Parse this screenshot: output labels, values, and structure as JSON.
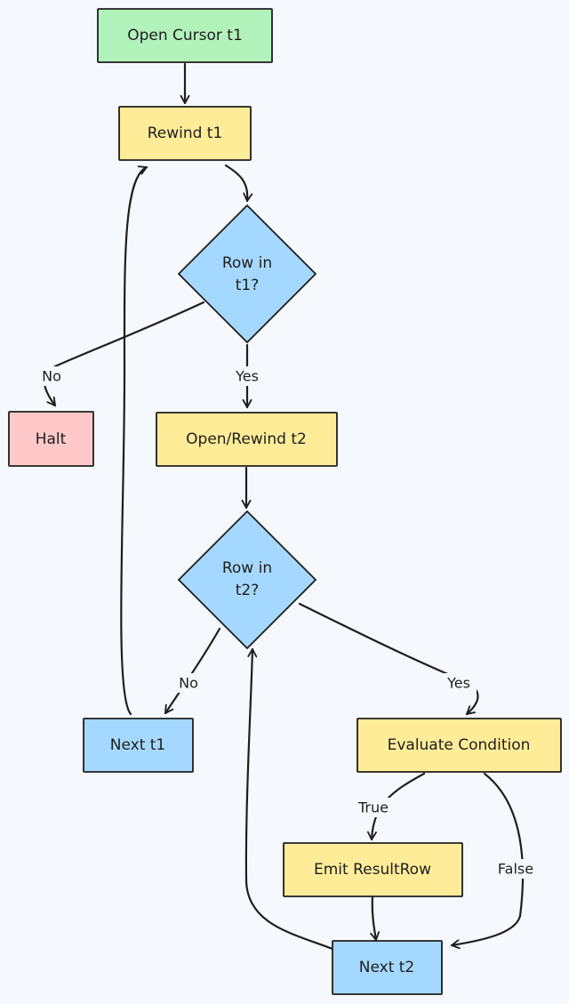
{
  "colors": {
    "background": "#f5f9fd",
    "green": "#b2f2bb",
    "yellow": "#ffec99",
    "blue": "#a5d8ff",
    "red": "#ffc9c9",
    "stroke": "#1e1e1e"
  },
  "nodes": {
    "open_cursor_t1": {
      "label": "Open Cursor t1",
      "fill": "green"
    },
    "rewind_t1": {
      "label": "Rewind t1",
      "fill": "yellow"
    },
    "row_in_t1": {
      "label_line1": "Row in",
      "label_line2": "t1?",
      "fill": "blue"
    },
    "halt": {
      "label": "Halt",
      "fill": "red"
    },
    "open_rewind_t2": {
      "label": "Open/Rewind t2",
      "fill": "yellow"
    },
    "row_in_t2": {
      "label_line1": "Row in",
      "label_line2": "t2?",
      "fill": "blue"
    },
    "next_t1": {
      "label": "Next t1",
      "fill": "blue"
    },
    "evaluate_condition": {
      "label": "Evaluate Condition",
      "fill": "yellow"
    },
    "emit_result_row": {
      "label": "Emit ResultRow",
      "fill": "yellow"
    },
    "next_t2": {
      "label": "Next t2",
      "fill": "blue"
    }
  },
  "edge_labels": {
    "t1_no": "No",
    "t1_yes": "Yes",
    "t2_no": "No",
    "t2_yes": "Yes",
    "cond_true": "True",
    "cond_false": "False"
  }
}
